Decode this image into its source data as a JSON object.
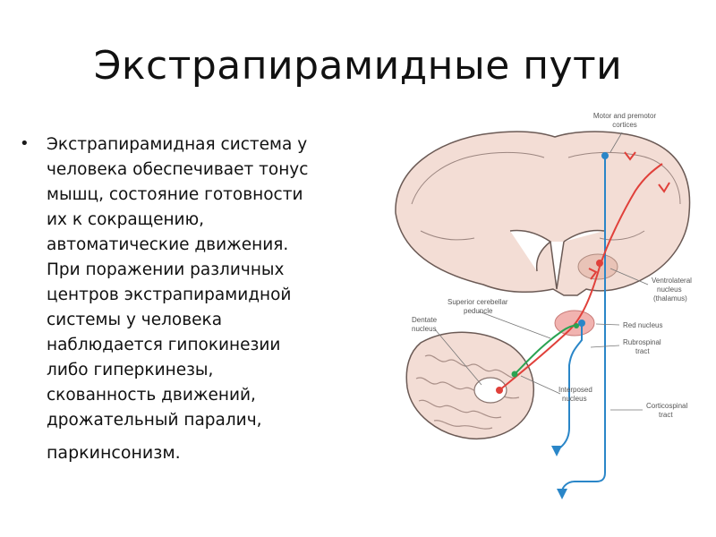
{
  "slide": {
    "title": "Экстрапирамидные пути",
    "bullet_lines": [
      "Экстрапирамидная система у",
      "человека обеспечивает тонус",
      "мышц, состояние готовности",
      "их к сокращению,",
      "автоматические движения.",
      "При поражении различных",
      "центров экстрапирамидной",
      "системы у человека",
      "наблюдается гипокинезии",
      "либо гиперкинезы,",
      "скованность движений,",
      "дрожательный паралич,",
      "паркинсонизм."
    ]
  },
  "figure": {
    "labels": {
      "motor_cortices_1": "Motor and premotor",
      "motor_cortices_2": "cortices",
      "ventrolateral_1": "Ventrolateral",
      "ventrolateral_2": "nucleus",
      "ventrolateral_3": "(thalamus)",
      "superior_cerebellar_1": "Superior cerebellar",
      "superior_cerebellar_2": "peduncle",
      "dentate_1": "Dentate",
      "dentate_2": "nucleus",
      "red_nucleus": "Red nucleus",
      "rubrospinal_1": "Rubrospinal",
      "rubrospinal_2": "tract",
      "interposed_1": "Interposed",
      "interposed_2": "nucleus",
      "corticospinal_1": "Corticospinal",
      "corticospinal_2": "tract"
    },
    "colors": {
      "tissue": "#f3ddd5",
      "tissue_outline": "#6b5a55",
      "red_pathway": "#e0403a",
      "blue_pathway": "#2a86c8",
      "green_pathway": "#2aa352",
      "red_nucleus_fill": "#f1b3b0"
    }
  }
}
